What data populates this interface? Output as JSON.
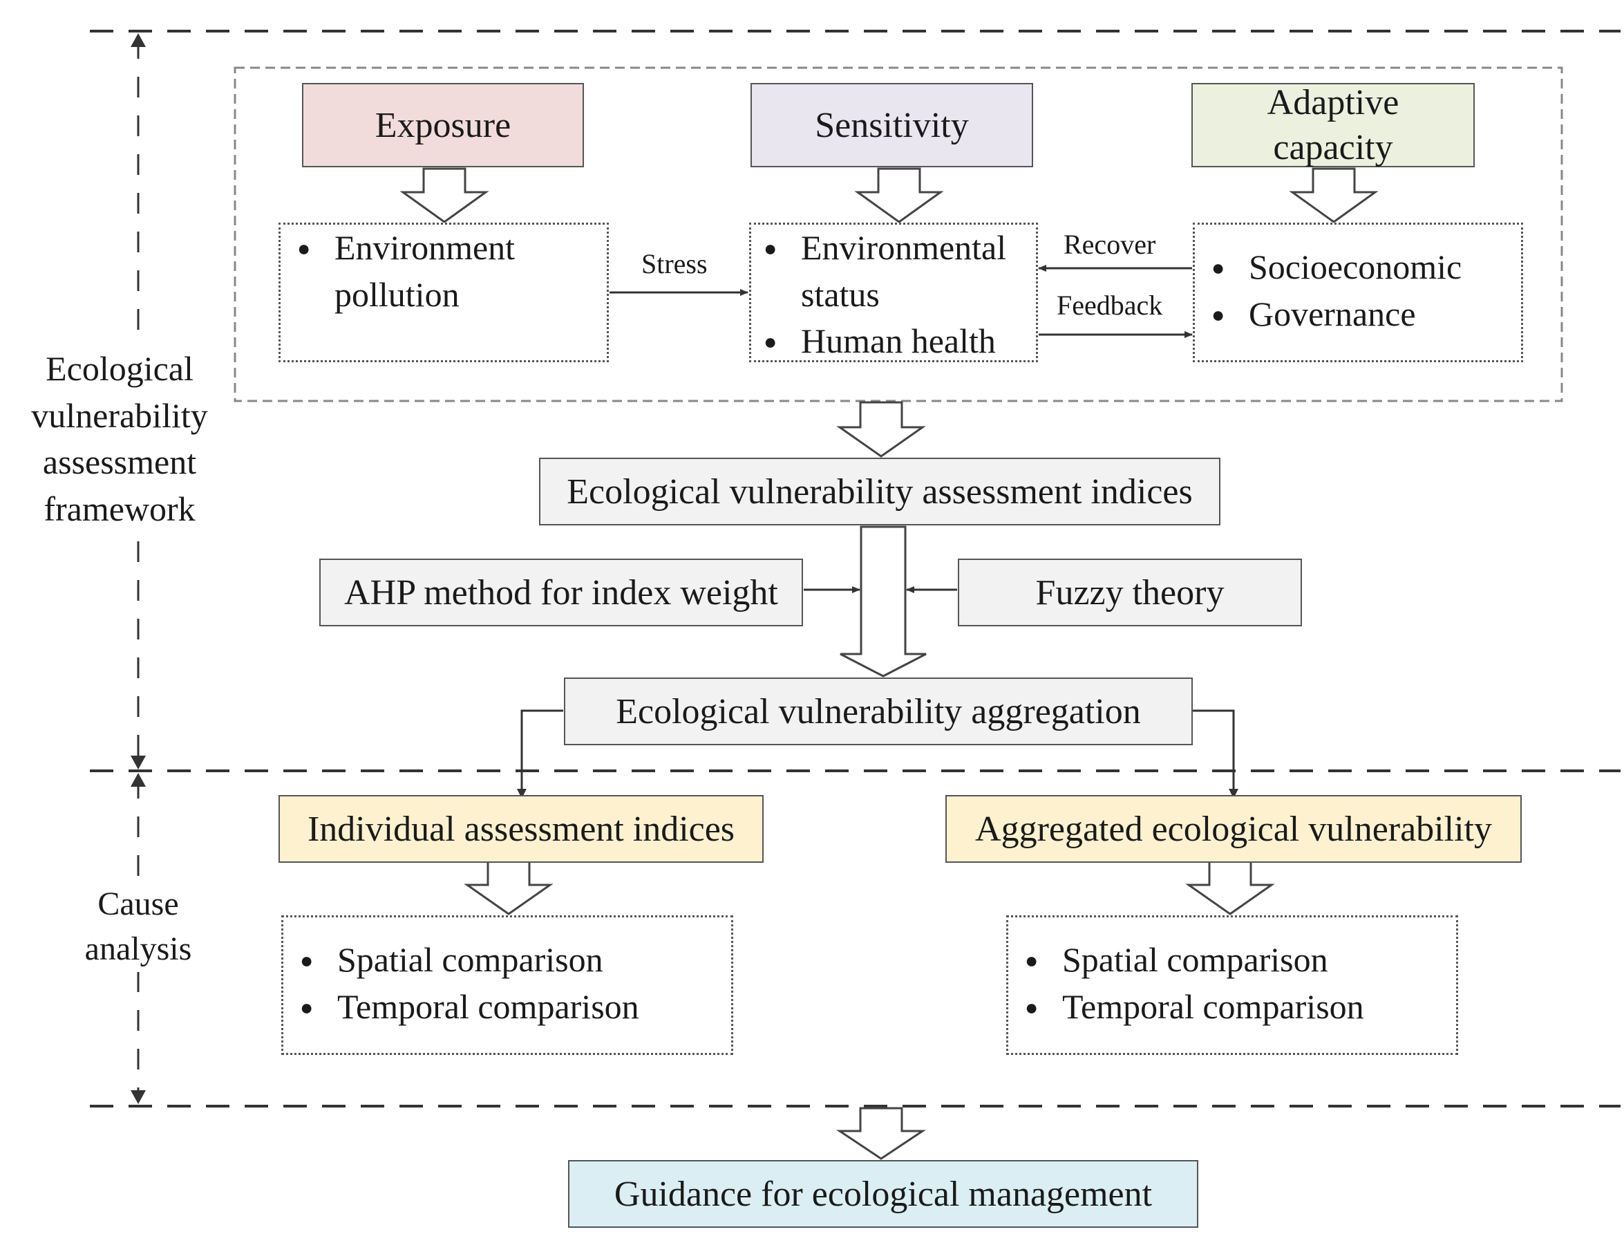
{
  "sections": {
    "framework_label": "Ecological vulnerability assessment framework",
    "cause_label": "Cause analysis"
  },
  "components": {
    "exposure": "Exposure",
    "sensitivity": "Sensitivity",
    "adaptive": "Adaptive capacity"
  },
  "factors": {
    "exposure_items": [
      "Environment pollution"
    ],
    "sensitivity_items": [
      "Environmental status",
      "Human health"
    ],
    "adaptive_items": [
      "Socioeconomic",
      "Governance"
    ]
  },
  "links": {
    "stress": "Stress",
    "recover": "Recover",
    "feedback": "Feedback"
  },
  "process": {
    "indices": "Ecological vulnerability assessment indices",
    "ahp": "AHP method for index weight",
    "fuzzy": "Fuzzy theory",
    "aggregation": "Ecological vulnerability aggregation"
  },
  "outputs": {
    "individual": "Individual assessment indices",
    "aggregated": "Aggregated ecological vulnerability",
    "left_items": [
      "Spatial comparison",
      "Temporal comparison"
    ],
    "right_items": [
      "Spatial comparison",
      "Temporal comparison"
    ]
  },
  "guidance": "Guidance for ecological management",
  "colors": {
    "exposure": "#f2dcdb",
    "sensitivity": "#e9e6ef",
    "adaptive": "#ebf1de",
    "process": "#f2f2f2",
    "output": "#fdf1d0",
    "guidance": "#dbeef3",
    "line": "#333333"
  }
}
